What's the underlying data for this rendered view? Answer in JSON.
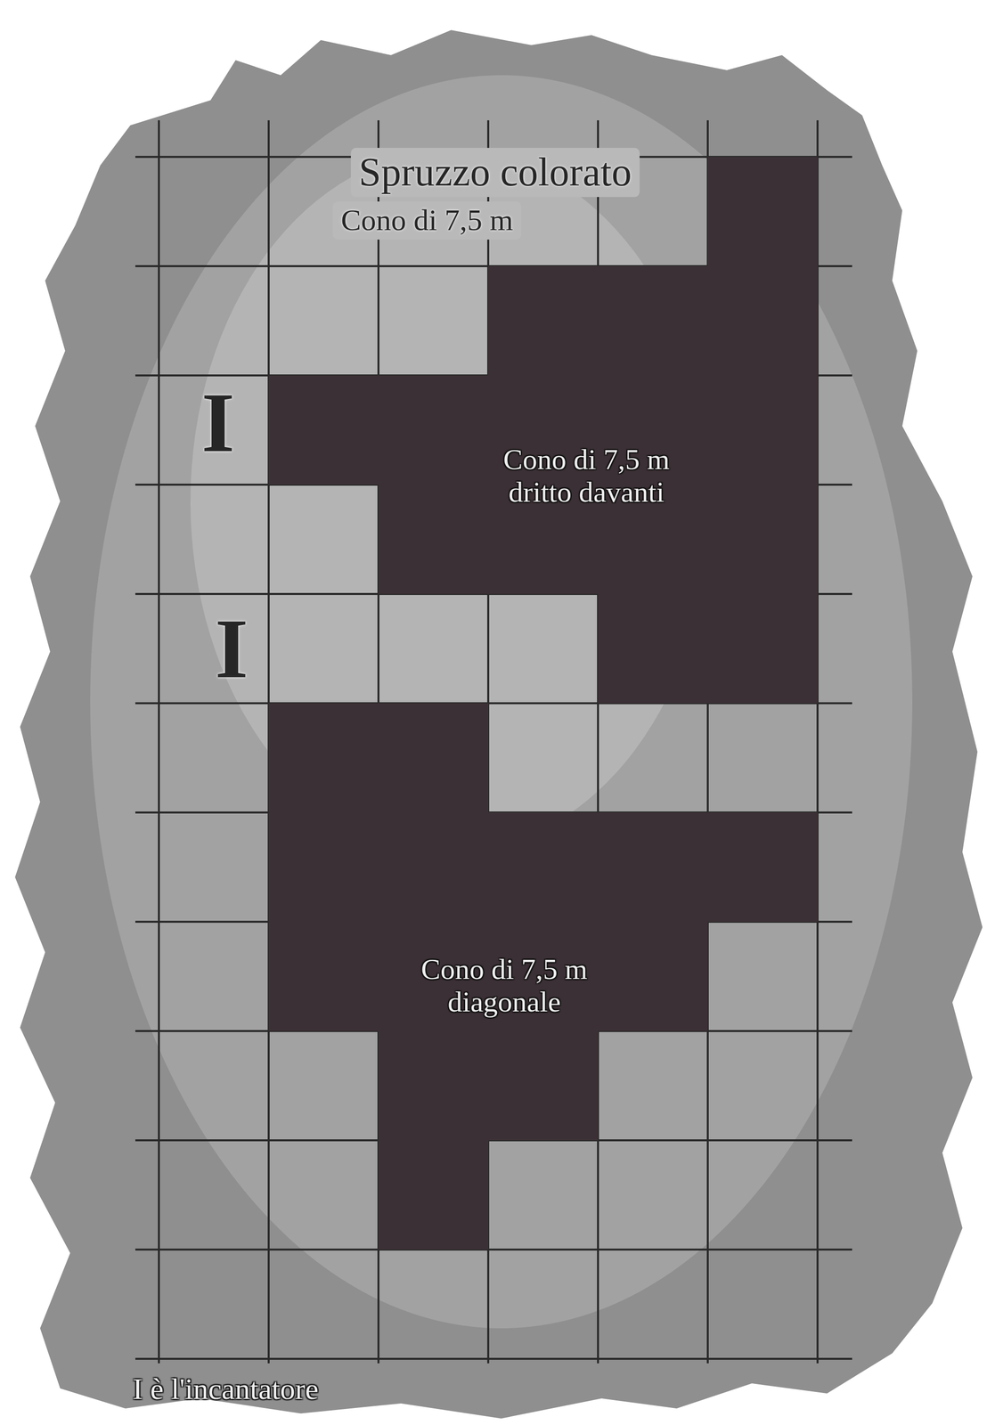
{
  "diagram": {
    "title": "Spruzzo colorato",
    "labels": [
      "Cono di 7,5 m",
      "I",
      "I",
      "Cono di 7,5 m dritto davanti",
      "Cono di 7,5 m diagonale",
      "I è l'incantatore"
    ]
  }
}
